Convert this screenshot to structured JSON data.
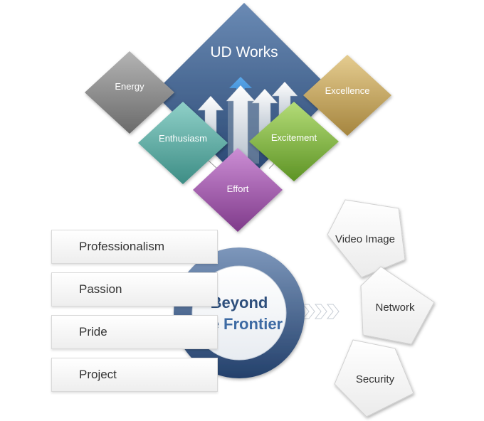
{
  "center": {
    "title": "UD Works"
  },
  "values": {
    "energy": "Energy",
    "enthusiasm": "Enthusiasm",
    "effort": "Effort",
    "excitement": "Excitement",
    "excellence": "Excellence"
  },
  "pillars": [
    "Professionalism",
    "Passion",
    "Pride",
    "Project"
  ],
  "vision": {
    "line1": "Beyond",
    "line2a": "the ",
    "line2b": "Frontier"
  },
  "business": [
    "Video Image",
    "Network",
    "Security"
  ],
  "colors": {
    "navy": "#2e4f7c",
    "energy": "#8a8a8a",
    "enthusiasm": "#58aaa2",
    "effort": "#9d58a8",
    "excitement": "#7cb43a",
    "excellence": "#c4a45a"
  }
}
